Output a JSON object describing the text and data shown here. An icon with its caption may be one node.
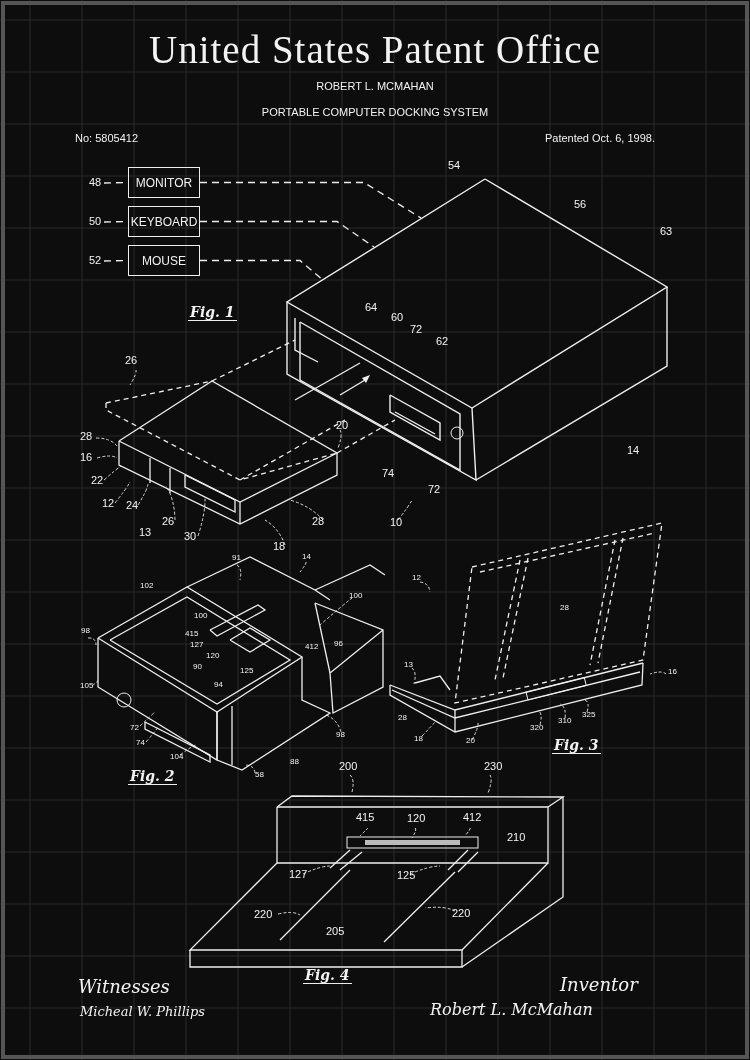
{
  "diagram": {
    "title": "United States Patent Office",
    "nodes": [
      {
        "text": [
          "MONITOR"
        ]
      },
      {
        "text": [
          "KEYBOARD"
        ]
      },
      {
        "text": [
          "MOUSE"
        ]
      },
      {
        "text": [],
        "shape": "box"
      },
      {
        "text": [
          "48"
        ]
      },
      {
        "text": [
          "50"
        ]
      },
      {
        "text": [
          "52"
        ]
      }
    ],
    "edges": [
      {
        "from": 0,
        "to": 3,
        "arrow": "none",
        "style": "dashed"
      },
      {
        "from": 1,
        "to": 3,
        "arrow": "none",
        "style": "dashed"
      },
      {
        "from": 2,
        "to": 3,
        "arrow": "none",
        "style": "dashed"
      },
      {
        "from": 4,
        "to": 0,
        "arrow": "none",
        "style": "dashed"
      },
      {
        "from": 5,
        "to": 1,
        "arrow": "none",
        "style": "dashed"
      },
      {
        "from": 6,
        "to": 2,
        "arrow": "none",
        "style": "dashed"
      }
    ],
    "labels": [
      "ROBERT L. MCMAHAN",
      "PORTABLE COMPUTER DOCKING SYSTEM",
      "No: 5805412",
      "Patented Oct. 6, 1998.",
      "54",
      "56",
      "63",
      "Fig. 1",
      "64",
      "60",
      "72",
      "62",
      "26",
      "28",
      "20",
      "16",
      "14",
      "22",
      "74",
      "72",
      "12",
      "24",
      "13",
      "26",
      "28",
      "10",
      "30",
      "18",
      "91",
      "14",
      "102",
      "100",
      "98",
      "100",
      "415",
      "127",
      "120",
      "90",
      "412",
      "96",
      "125",
      "105",
      "94",
      "72",
      "74",
      "98",
      "104",
      "88",
      "58",
      "Fig. 2",
      "12",
      "28",
      "13",
      "16",
      "28",
      "18",
      "20",
      "320",
      "310",
      "325",
      "Fig. 3",
      "200",
      "230",
      "415",
      "120",
      "412",
      "210",
      "127",
      "125",
      "220",
      "205",
      "220",
      "Fig. 4",
      "Witnesses",
      "Micheal W. Phillips",
      "Inventor",
      "Robert L. McMahan"
    ]
  }
}
